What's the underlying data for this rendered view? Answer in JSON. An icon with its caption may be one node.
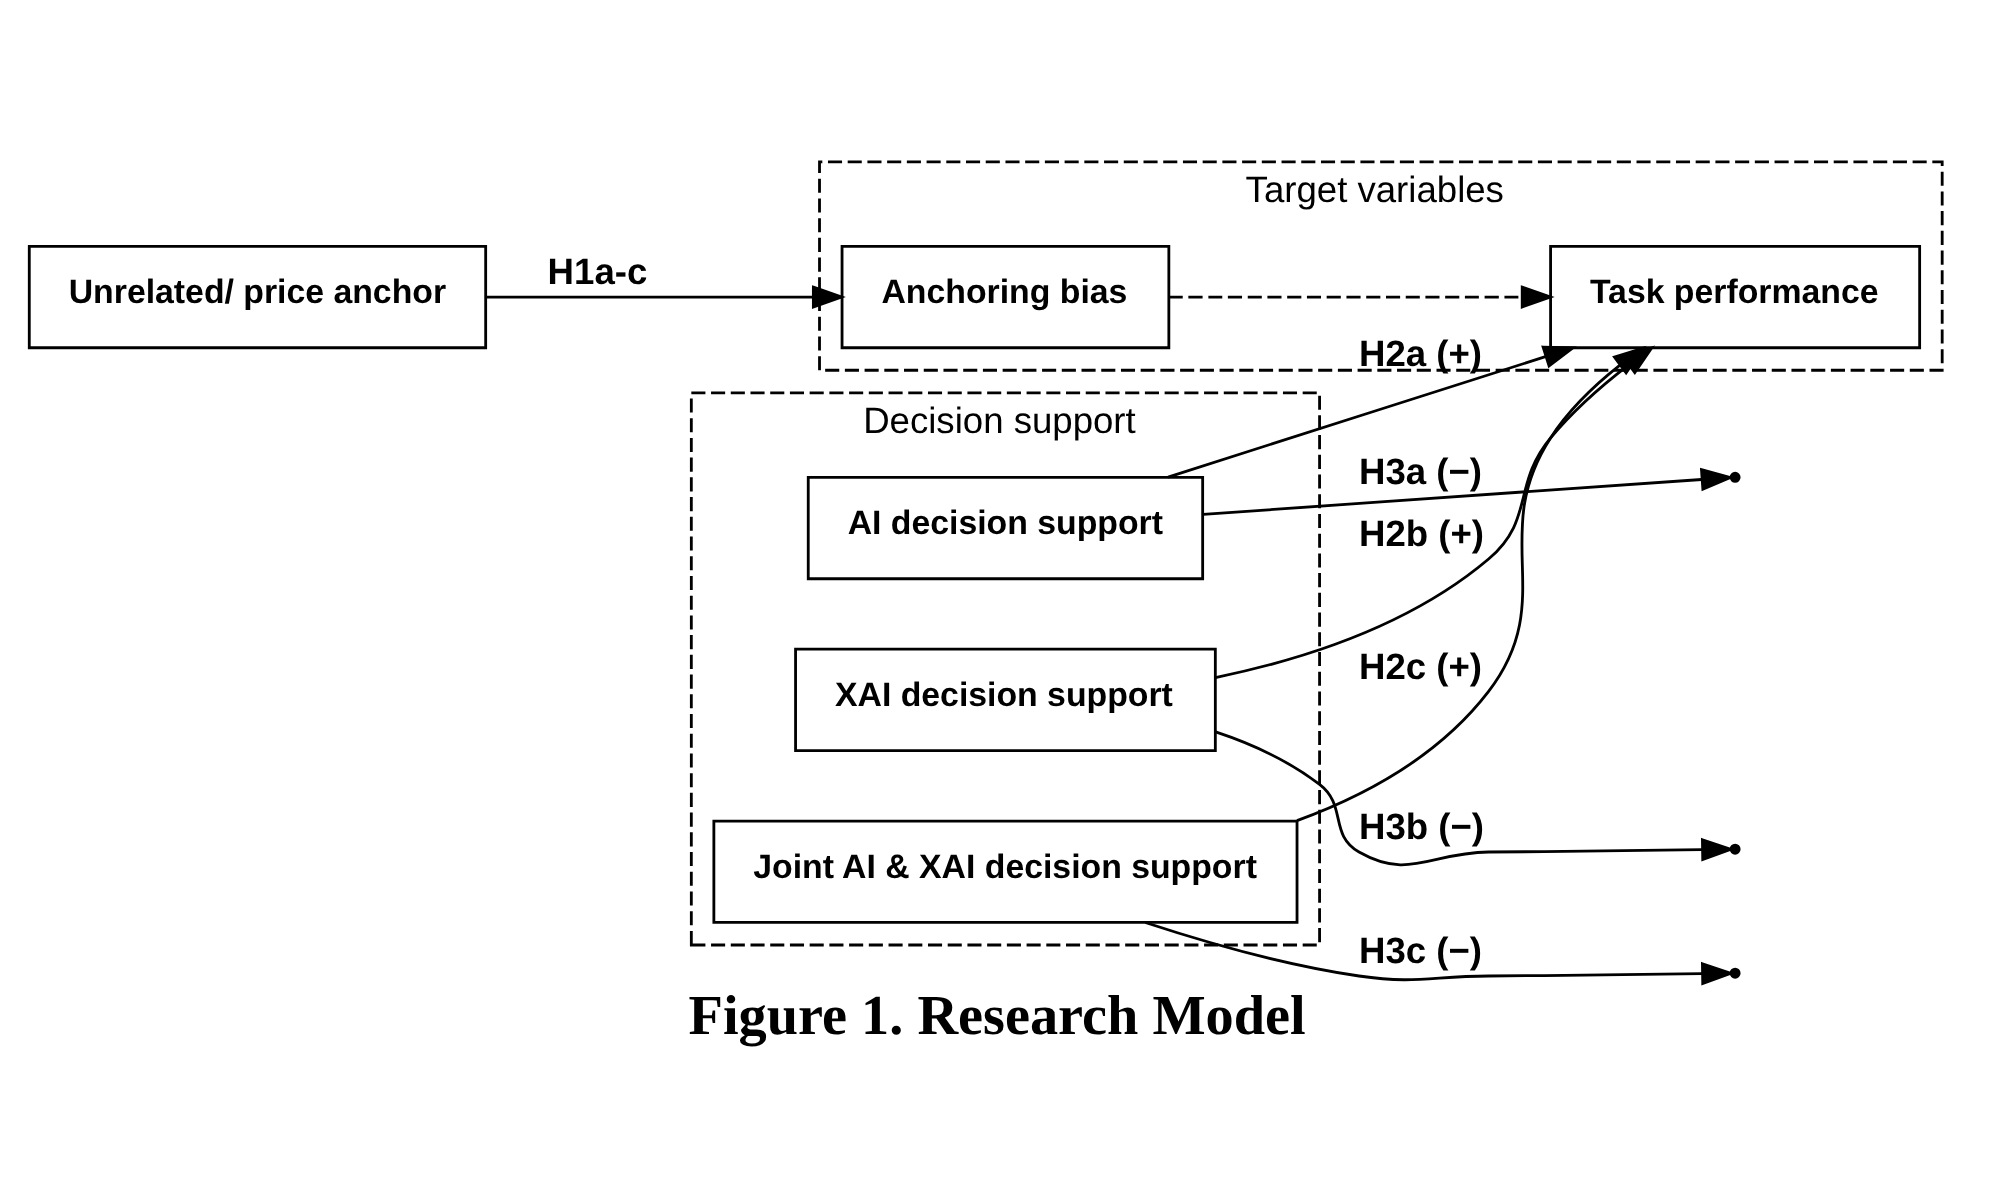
{
  "diagram": {
    "caption": "Figure 1. Research Model",
    "nodes": [
      {
        "text": [
          "Unrelated/ price anchor"
        ]
      },
      {
        "text": [
          "Target variables"
        ]
      },
      {
        "text": [
          "Anchoring bias"
        ],
        "in": 1
      },
      {
        "text": [
          "Task performance"
        ],
        "in": 1
      },
      {
        "text": [
          "Decision support"
        ]
      },
      {
        "text": [
          "AI decision support"
        ],
        "in": 4
      },
      {
        "text": [
          "XAI decision support"
        ],
        "in": 4
      },
      {
        "text": [
          "Joint AI & XAI decision support"
        ],
        "in": 4
      }
    ],
    "edges": [
      {
        "from": 0,
        "to": 2,
        "arrow": "to",
        "label": "H1a-c"
      },
      {
        "from": 2,
        "to": 3,
        "arrow": "to",
        "style": "dashed"
      },
      {
        "from": 5,
        "to": 3,
        "arrow": "to",
        "label": "H2a (+)"
      },
      {
        "from": 6,
        "to": 3,
        "arrow": "to",
        "label": "H2b (+)"
      },
      {
        "from": 7,
        "to": 3,
        "arrow": "to",
        "label": "H2c (+)"
      },
      {
        "from": 5,
        "to": null,
        "arrow": "to",
        "label": "H3a (−)"
      },
      {
        "from": 6,
        "to": null,
        "arrow": "to",
        "label": "H3b (−)"
      },
      {
        "from": 7,
        "to": null,
        "arrow": "to",
        "label": "H3c (−)"
      }
    ]
  }
}
